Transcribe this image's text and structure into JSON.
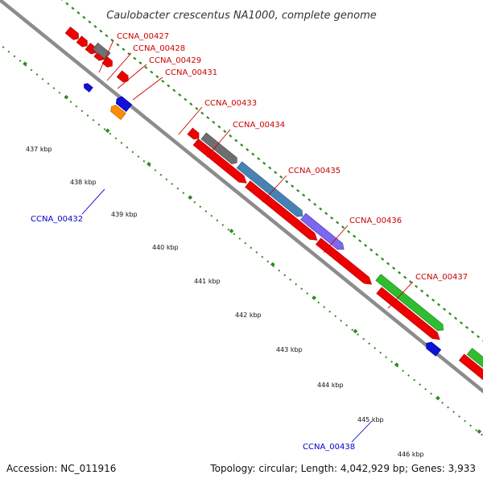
{
  "title": "Caulobacter crescentus NA1000, complete genome",
  "accession": "Accession: NC_011916",
  "summary": "Topology: circular; Length: 4,042,929 bp; Genes: 3,933",
  "colors": {
    "forward_label": "#cc0000",
    "reverse_label": "#0000cc",
    "backbone": "#8c8c8c",
    "tick_marks": "#2e8b1e"
  },
  "ticks": [
    "437 kbp",
    "438 kbp",
    "439 kbp",
    "440 kbp",
    "441 kbp",
    "442 kbp",
    "443 kbp",
    "444 kbp",
    "445 kbp",
    "446 kbp"
  ],
  "gene_labels": [
    {
      "text": "CCNA_00427",
      "strand": "forward"
    },
    {
      "text": "CCNA_00428",
      "strand": "forward"
    },
    {
      "text": "CCNA_00429",
      "strand": "forward"
    },
    {
      "text": "CCNA_00431",
      "strand": "forward"
    },
    {
      "text": "CCNA_00433",
      "strand": "forward"
    },
    {
      "text": "CCNA_00434",
      "strand": "forward"
    },
    {
      "text": "CCNA_00435",
      "strand": "forward"
    },
    {
      "text": "CCNA_00436",
      "strand": "forward"
    },
    {
      "text": "CCNA_00437",
      "strand": "forward"
    },
    {
      "text": "CCNA_00432",
      "strand": "reverse"
    },
    {
      "text": "CCNA_00438",
      "strand": "reverse"
    }
  ]
}
